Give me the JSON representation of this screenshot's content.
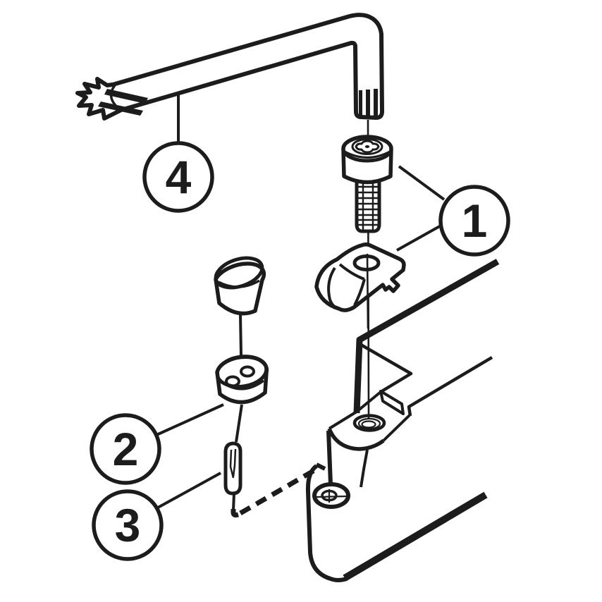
{
  "diagram": {
    "kind": "exploded-assembly-drawing",
    "background_color": "#ffffff",
    "line_color": "#1c1c1c",
    "balloons": [
      {
        "label": "1",
        "part": "clamp-and-clamp-screw"
      },
      {
        "label": "2",
        "part": "shim-seat"
      },
      {
        "label": "3",
        "part": "shim-pin"
      },
      {
        "label": "4",
        "part": "torx-key"
      }
    ]
  }
}
